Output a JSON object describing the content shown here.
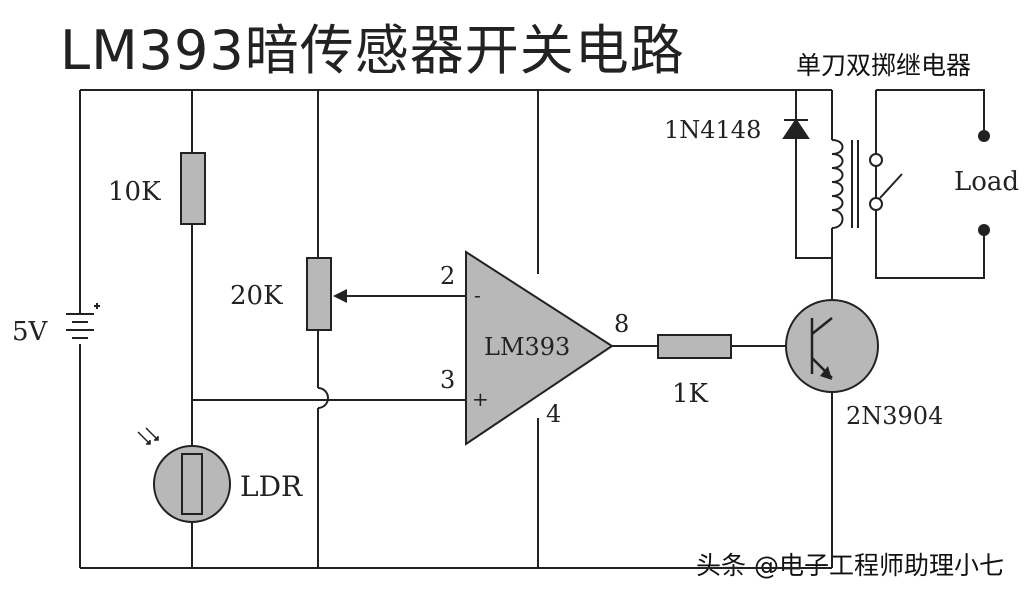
{
  "title": "LM393暗传感器开关电路",
  "relay_caption": "单刀双掷继电器",
  "watermark": "头条 @电子工程师助理小七",
  "labels": {
    "battery": "5V",
    "r_top": "10K",
    "pot": "20K",
    "ldr": "LDR",
    "opamp": "LM393",
    "pin2": "2",
    "pin3": "3",
    "pin8": "8",
    "pin4": "4",
    "r_base": "1K",
    "transistor": "2N3904",
    "diode": "1N4148",
    "load": "Load",
    "minus": "-",
    "plus": "+"
  },
  "colors": {
    "wire": "#222222",
    "component_fill": "#b8b8b8",
    "background": "#ffffff"
  }
}
